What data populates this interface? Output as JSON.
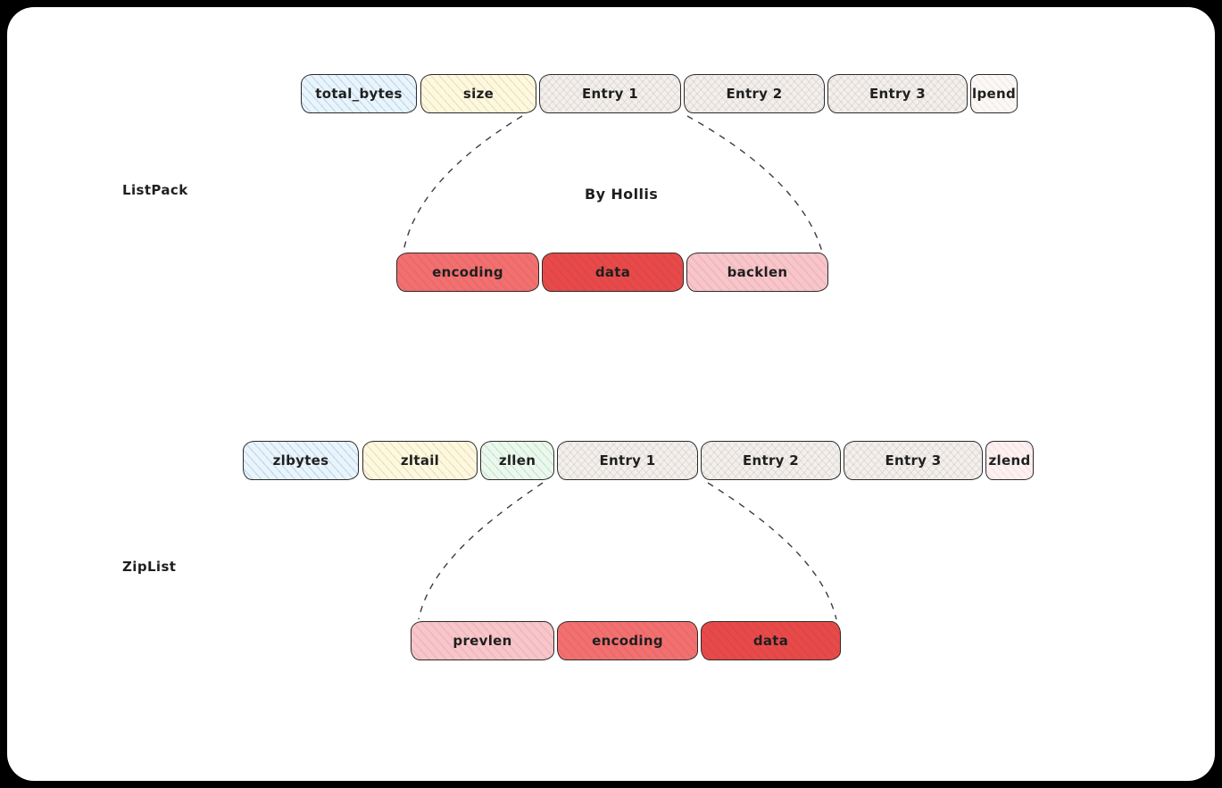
{
  "colors": {
    "blueHatch": "#eaf4fb",
    "yellowHatch": "#fdf8e1",
    "grayHatch": "#f3efec",
    "greenHatch": "#ecf8ee",
    "whiteHatch": "#fbf8f5",
    "pinkHatchLight": "#fdf0f1",
    "pink": "#f8c6ca",
    "salmon": "#f37070",
    "red": "#e84a4a",
    "stroke": "#2b2b2b",
    "dashed": "#3c3c3c",
    "canvas": "#ffffff",
    "frame": "#000000"
  },
  "listpack": {
    "label": "ListPack",
    "byline": "By Hollis",
    "header_cells": [
      {
        "label": "total_bytes"
      },
      {
        "label": "size"
      },
      {
        "label": "Entry 1"
      },
      {
        "label": "Entry 2"
      },
      {
        "label": "Entry 3"
      },
      {
        "label": "lpend"
      }
    ],
    "entry_cells": [
      {
        "label": "encoding"
      },
      {
        "label": "data"
      },
      {
        "label": "backlen"
      }
    ]
  },
  "ziplist": {
    "label": "ZipList",
    "header_cells": [
      {
        "label": "zlbytes"
      },
      {
        "label": "zltail"
      },
      {
        "label": "zllen"
      },
      {
        "label": "Entry 1"
      },
      {
        "label": "Entry 2"
      },
      {
        "label": "Entry 3"
      },
      {
        "label": "zlend"
      }
    ],
    "entry_cells": [
      {
        "label": "prevlen"
      },
      {
        "label": "encoding"
      },
      {
        "label": "data"
      }
    ]
  }
}
